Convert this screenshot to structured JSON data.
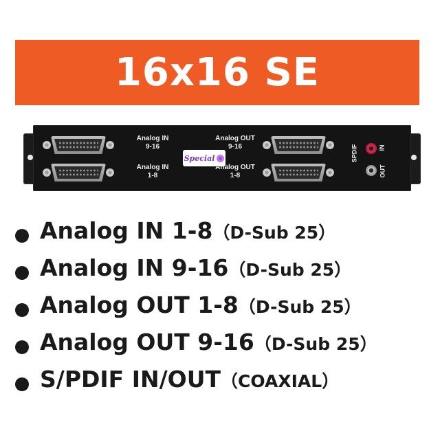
{
  "banner": {
    "title": "16x16 SE"
  },
  "panel": {
    "analog_in_9_16": {
      "line1": "Analog IN",
      "line2": "9-16"
    },
    "analog_in_1_8": {
      "line1": "Analog IN",
      "line2": "1-8"
    },
    "analog_out_9_16": {
      "line1": "Analog OUT",
      "line2": "9-16"
    },
    "analog_out_1_8": {
      "line1": "Analog OUT",
      "line2": "1-8"
    },
    "badge": "Special",
    "spdif": "SPDIF",
    "in": "IN",
    "out": "OUT"
  },
  "features": [
    {
      "main": "Analog  IN 1-8",
      "sub": "（D-Sub 25）"
    },
    {
      "main": "Analog  IN 9-16",
      "sub": "（D-Sub 25）"
    },
    {
      "main": "Analog  OUT 1-8",
      "sub": "（D-Sub 25）"
    },
    {
      "main": "Analog  OUT 9-16",
      "sub": "（D-Sub 25）"
    },
    {
      "main": "S/PDIF  IN/OUT",
      "sub": "（COAXIAL）"
    }
  ],
  "colors": {
    "banner": "#ef5b24",
    "panel": "#141414",
    "text": "#1a1a1a"
  }
}
